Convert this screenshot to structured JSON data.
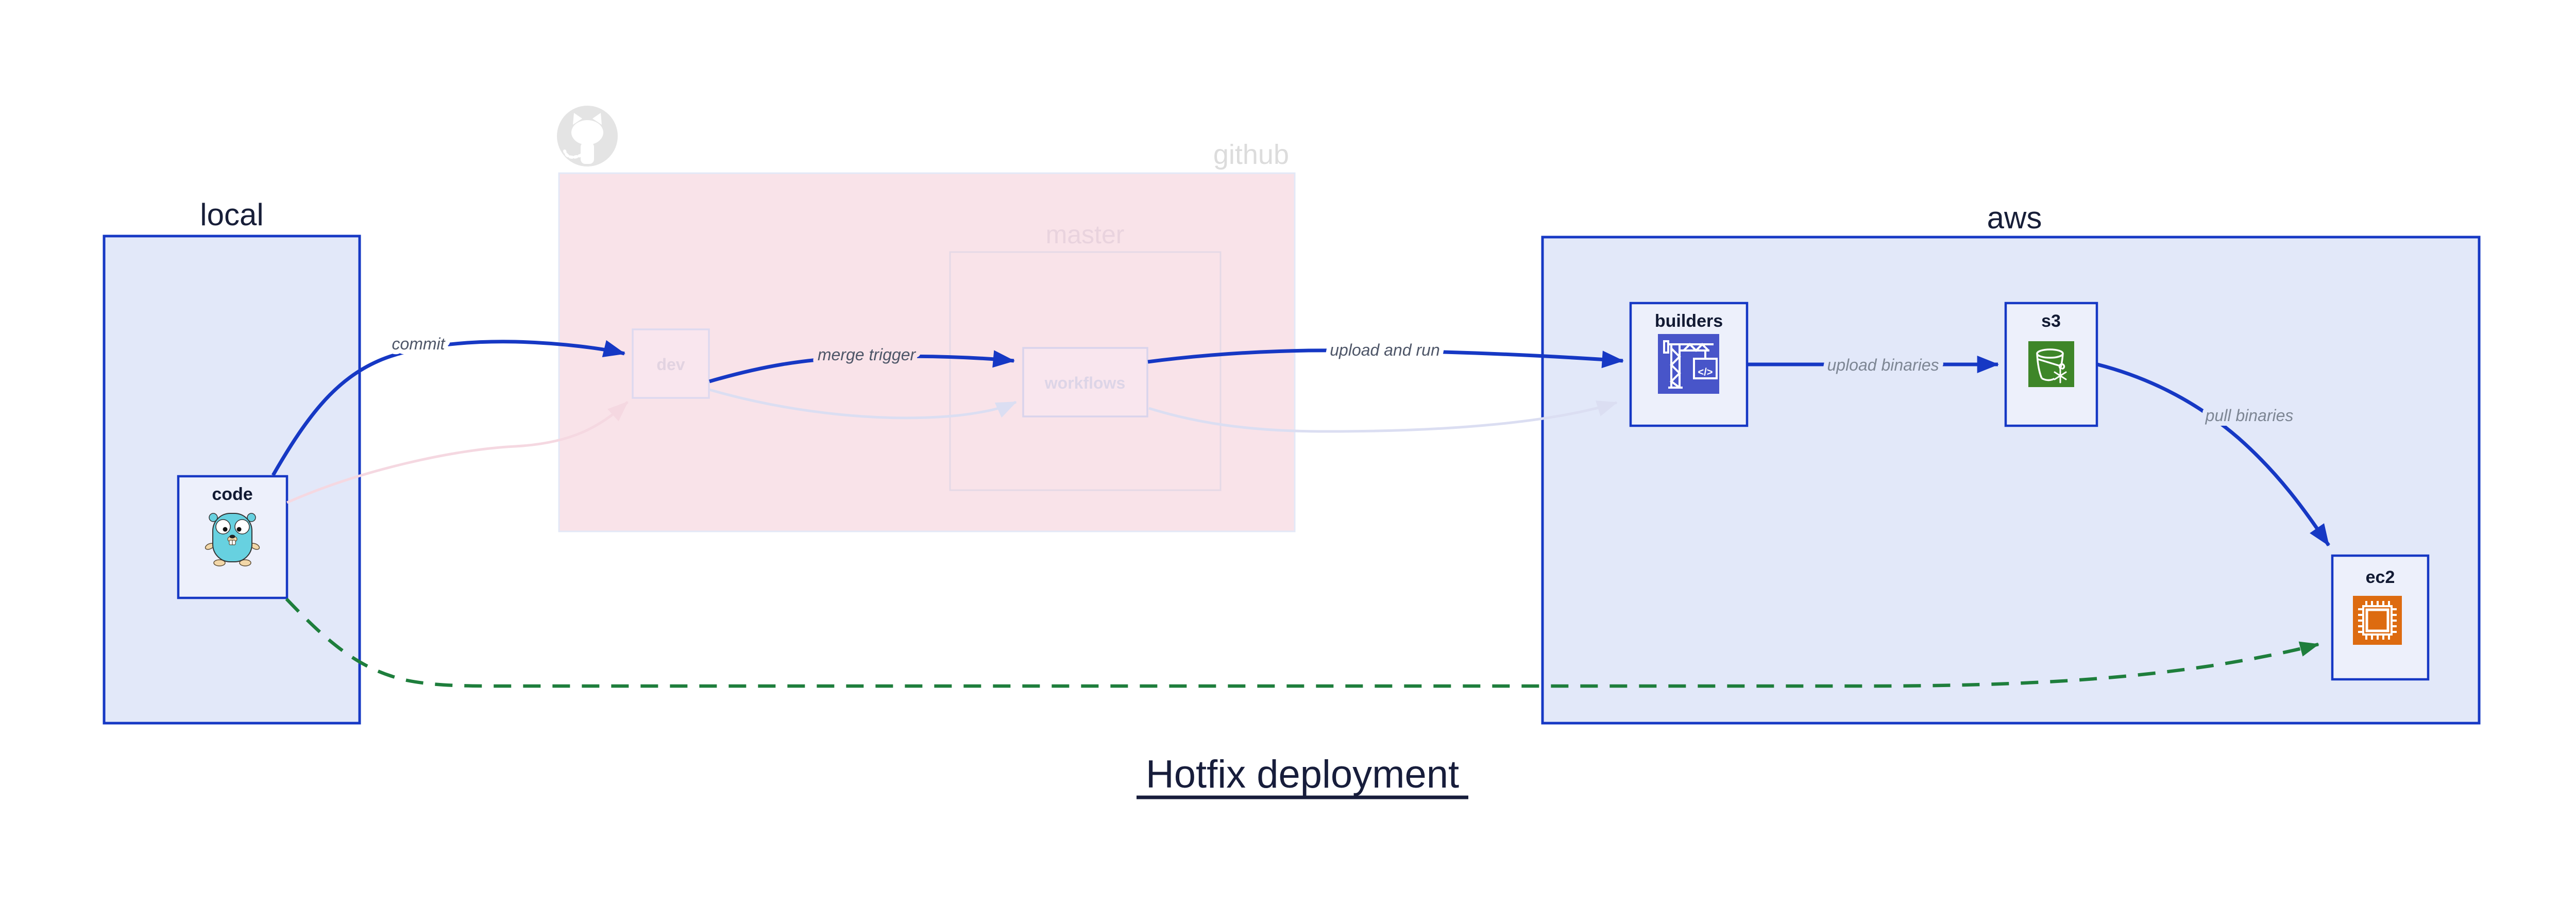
{
  "title": {
    "text": "Hotfix deployment"
  },
  "clusters": {
    "local": {
      "label": "local"
    },
    "github": {
      "label": "github",
      "master": {
        "label": "master"
      }
    },
    "aws": {
      "label": "aws"
    }
  },
  "nodes": {
    "code": {
      "label": "code"
    },
    "dev": {
      "label": "dev"
    },
    "workflows": {
      "label": "workflows"
    },
    "builders": {
      "label": "builders"
    },
    "s3": {
      "label": "s3"
    },
    "ec2": {
      "label": "ec2"
    }
  },
  "edges": {
    "commit": {
      "label": "commit"
    },
    "merge_trigger": {
      "label": "merge trigger"
    },
    "upload_and_run": {
      "label": "upload and run"
    },
    "upload_binaries": {
      "label": "upload binaries"
    },
    "pull_binaries": {
      "label": "pull binaries"
    }
  },
  "icons": {
    "gopher": "go-gopher-icon",
    "github_logo": "github-octocat-icon",
    "codebuild": "codebuild-crane-icon",
    "codebuild_glyph": "</>",
    "s3_bucket": "s3-bucket-icon",
    "ec2_chip": "ec2-chip-icon"
  },
  "colors": {
    "accent_blue": "#1638c4",
    "hotfix_green": "#1e7e3c",
    "local_aws_fill": "#e2e8f9",
    "github_fill": "#f9e3e9",
    "node_fill": "#edf0fb",
    "faded_pink_edge": "#f5d8e1",
    "faded_lavender_edge": "#dbdef2",
    "codebuild_indigo": "#4855c9",
    "s3_green": "#3e8629",
    "ec2_orange": "#dd6b10",
    "gopher_teal": "#67d1e0",
    "navy_text": "#171e38",
    "edge_label_gray": "#4e5668"
  }
}
